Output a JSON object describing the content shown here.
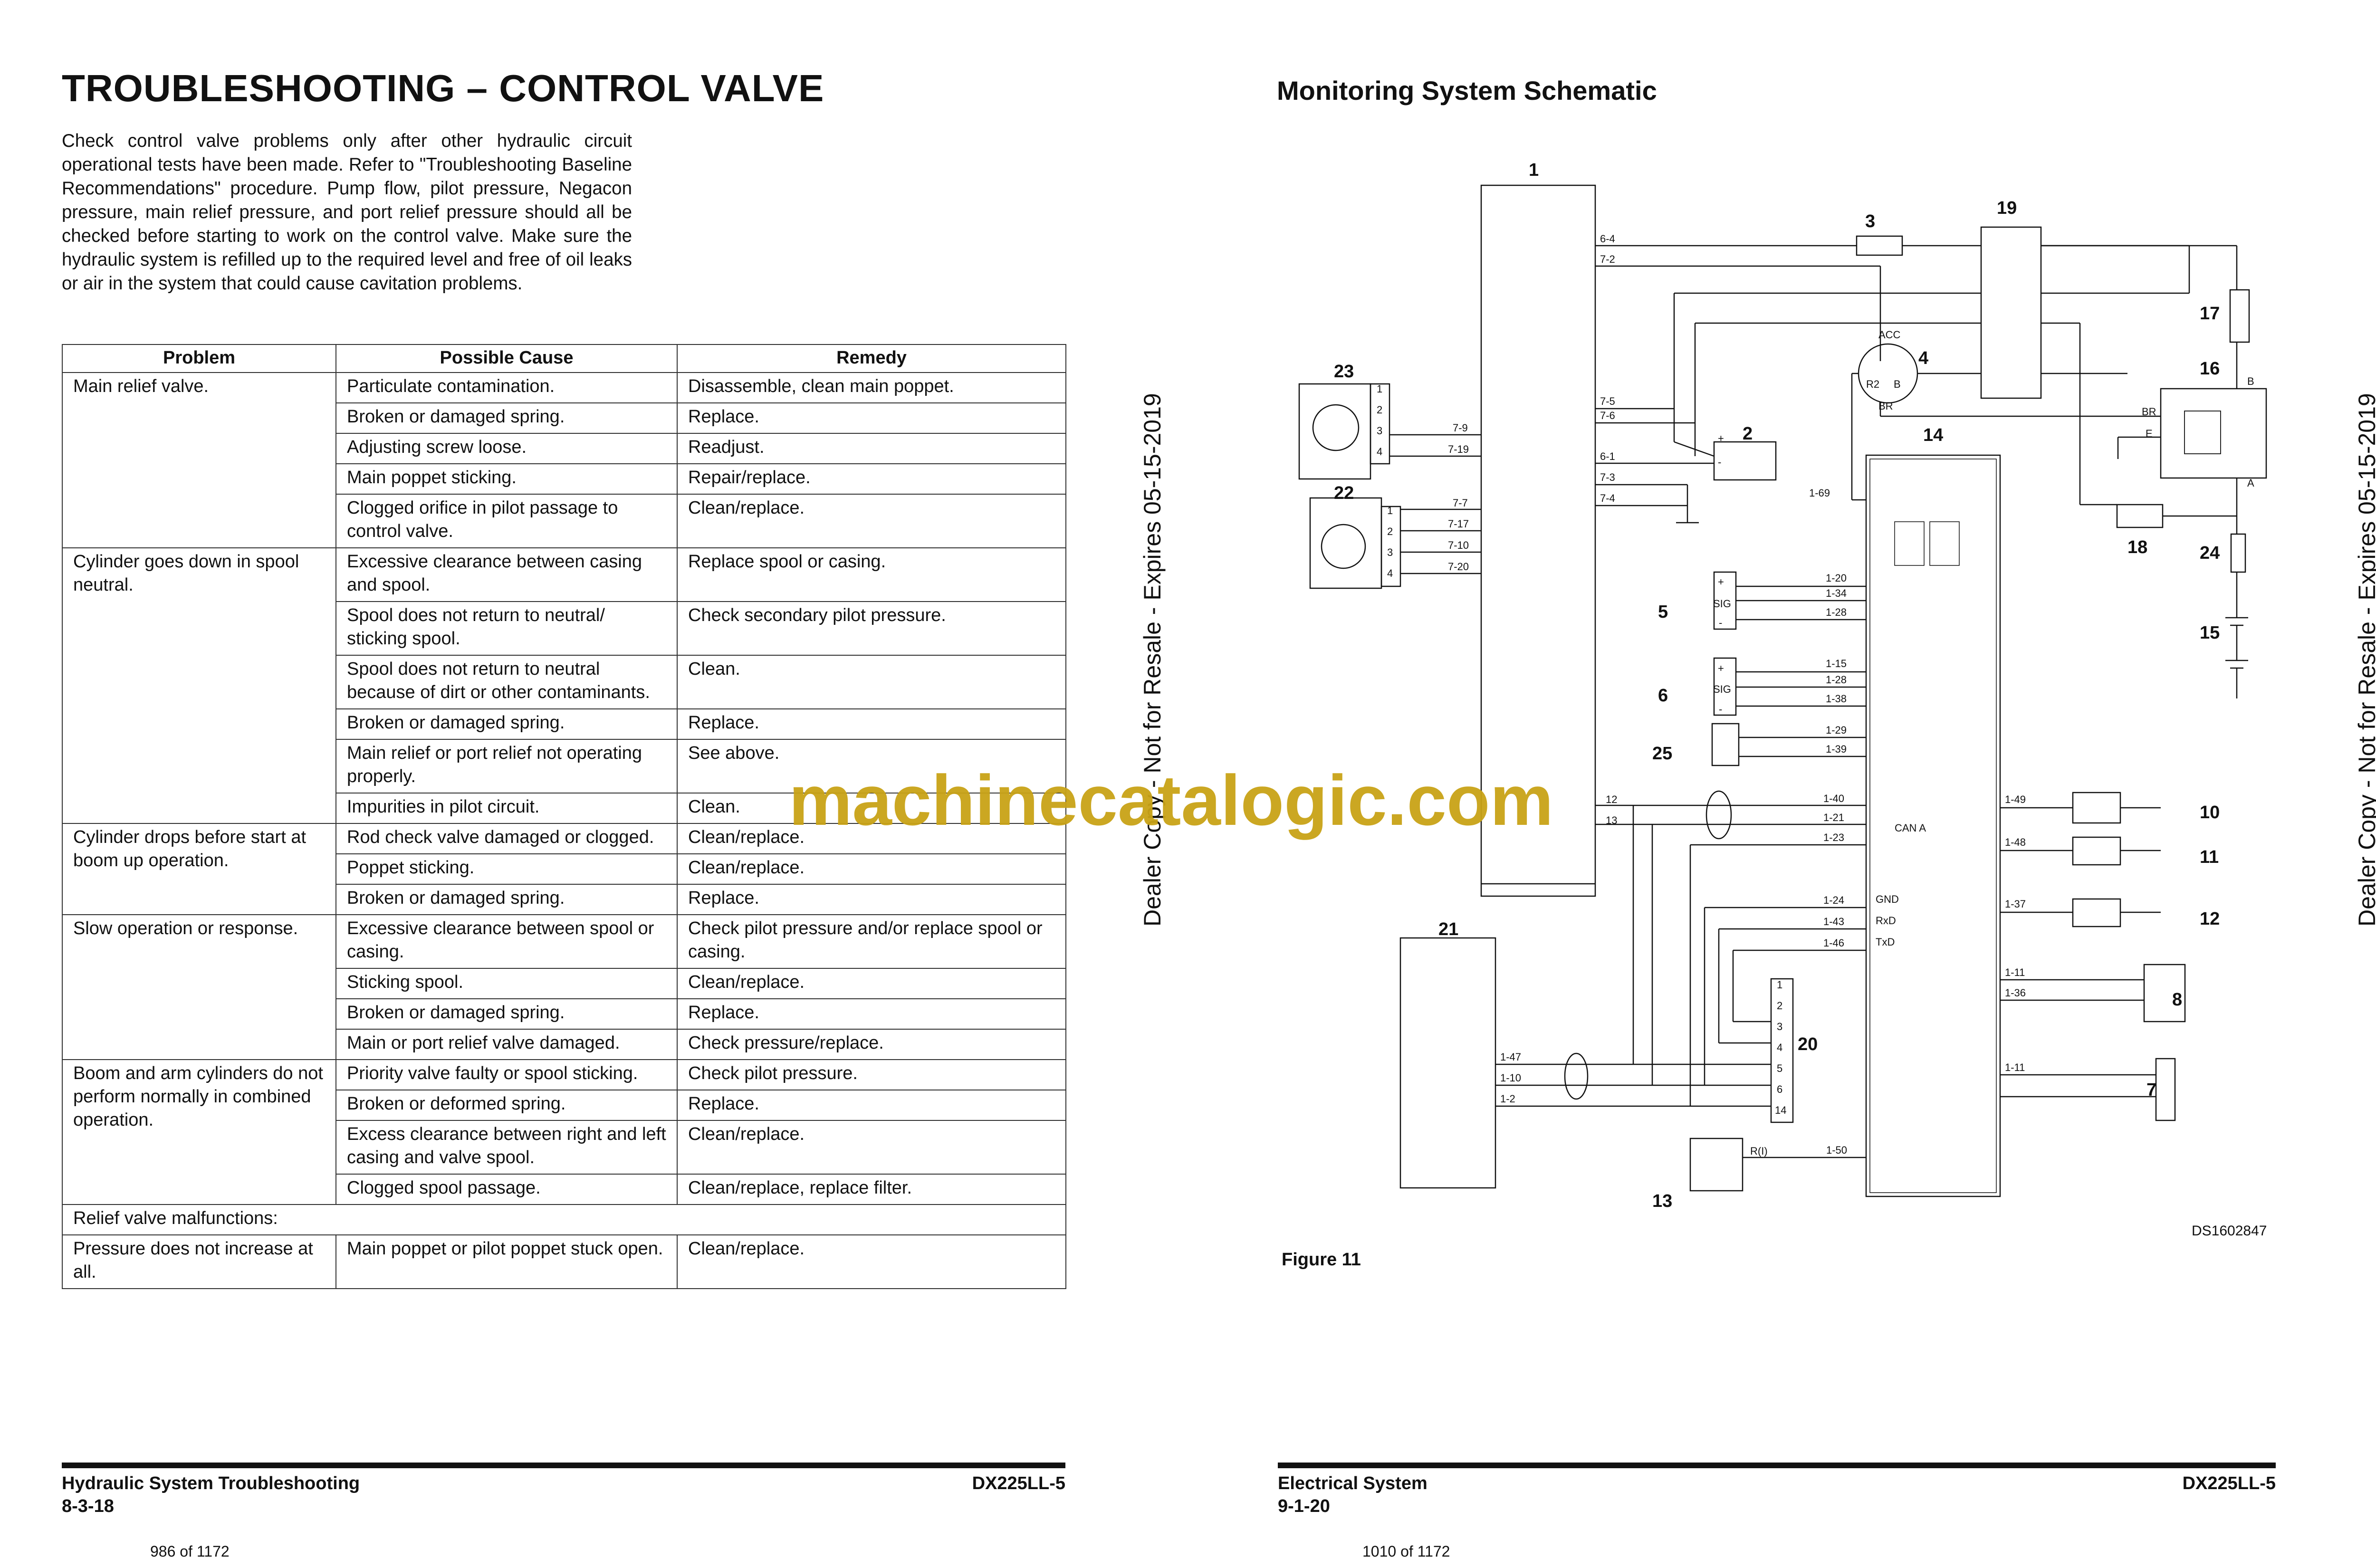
{
  "left_page": {
    "heading": "TROUBLESHOOTING – CONTROL VALVE",
    "intro": "Check control valve problems only after other hydraulic circuit operational tests have been made. Refer to \"Troubleshooting Baseline Recommendations\" procedure. Pump flow, pilot pressure, Negacon pressure, main relief pressure, and port relief pressure should all be checked before starting to work on the control valve. Make sure the hydraulic system is refilled up to the required level and free of oil leaks or air in the system that could cause cavitation problems.",
    "table": {
      "headers": [
        "Problem",
        "Possible Cause",
        "Remedy"
      ],
      "groups": [
        {
          "problem": "Main relief valve.",
          "rows": [
            [
              "Particulate contamination.",
              "Disassemble, clean main poppet."
            ],
            [
              "Broken or damaged spring.",
              "Replace."
            ],
            [
              "Adjusting screw loose.",
              "Readjust."
            ],
            [
              "Main poppet sticking.",
              "Repair/replace."
            ],
            [
              "Clogged orifice in pilot passage to control valve.",
              "Clean/replace."
            ]
          ]
        },
        {
          "problem": "Cylinder goes down in spool neutral.",
          "rows": [
            [
              "Excessive clearance between casing and spool.",
              "Replace spool or casing."
            ],
            [
              "Spool does not return to neutral/ sticking spool.",
              "Check secondary pilot pressure."
            ],
            [
              "Spool does not return to neutral because of dirt or other contaminants.",
              "Clean."
            ],
            [
              "Broken or damaged spring.",
              "Replace."
            ],
            [
              "Main relief or port relief not operating properly.",
              "See above."
            ],
            [
              "Impurities in pilot circuit.",
              "Clean."
            ]
          ]
        },
        {
          "problem": "Cylinder drops before start at boom up operation.",
          "rows": [
            [
              "Rod check valve damaged or clogged.",
              "Clean/replace."
            ],
            [
              "Poppet sticking.",
              "Clean/replace."
            ],
            [
              "Broken or damaged spring.",
              "Replace."
            ]
          ]
        },
        {
          "problem": "Slow operation or response.",
          "rows": [
            [
              "Excessive clearance between spool or casing.",
              "Check pilot pressure and/or replace spool or casing."
            ],
            [
              "Sticking spool.",
              "Clean/replace."
            ],
            [
              "Broken or damaged spring.",
              "Replace."
            ],
            [
              "Main or port relief valve damaged.",
              "Check pressure/replace."
            ]
          ]
        },
        {
          "problem": "Boom and arm cylinders do not perform normally in combined operation.",
          "rows": [
            [
              "Priority valve faulty or spool sticking.",
              "Check pilot pressure."
            ],
            [
              "Broken or deformed spring.",
              "Replace."
            ],
            [
              "Excess clearance between right and left casing and valve spool.",
              "Clean/replace."
            ],
            [
              "Clogged spool passage.",
              "Clean/replace, replace filter."
            ]
          ]
        }
      ],
      "section_row": "Relief valve malfunctions:",
      "final_group": {
        "problem": "Pressure does not increase at all.",
        "rows": [
          [
            "Main poppet or pilot poppet stuck open.",
            "Clean/replace."
          ]
        ]
      }
    },
    "footer_title": "Hydraulic System Troubleshooting",
    "footer_section": "8-3-18",
    "footer_model": "DX225LL-5",
    "page_count": "986 of 1172"
  },
  "right_page": {
    "heading": "Monitoring System Schematic",
    "figure_caption": "Figure 11",
    "drawing_id": "DS1602847",
    "schematic": {
      "component_numbers": [
        "1",
        "2",
        "3",
        "4",
        "5",
        "6",
        "7",
        "8",
        "10",
        "11",
        "12",
        "13",
        "14",
        "15",
        "16",
        "17",
        "18",
        "19",
        "20",
        "21",
        "22",
        "23",
        "24",
        "25"
      ],
      "wire_labels": [
        "6-4",
        "7-2",
        "7-5",
        "7-6",
        "6-1",
        "7-3",
        "7-4",
        "7-9",
        "7-19",
        "7-7",
        "7-17",
        "7-10",
        "7-20",
        "1-69",
        "1-20",
        "1-34",
        "1-28",
        "1-15",
        "1-28",
        "1-38",
        "1-29",
        "1-39",
        "1-40",
        "1-21",
        "1-23",
        "1-24",
        "1-43",
        "1-46",
        "1-47",
        "1-10",
        "1-2",
        "1-50",
        "1-49",
        "1-48",
        "1-37",
        "1-11",
        "1-36",
        "1-11"
      ],
      "terminal_labels": [
        "ACC",
        "R2",
        "B",
        "BR",
        "BR",
        "E",
        "B",
        "A",
        "+",
        "-",
        "+",
        "SIG",
        "-",
        "+",
        "SIG",
        "-",
        "12",
        "13",
        "GND",
        "RxD",
        "TxD",
        "CAN A",
        "R(I)",
        "1",
        "2",
        "3",
        "4",
        "1",
        "2",
        "3",
        "4",
        "1",
        "2",
        "3",
        "4",
        "5",
        "6",
        "14"
      ]
    },
    "footer_title": "Electrical System",
    "footer_section": "9-1-20",
    "footer_model": "DX225LL-5",
    "page_count": "1010 of 1172"
  },
  "overlay": {
    "side_note": "Dealer Copy - Not for Resale - Expires 05-15-2019",
    "watermark": "machinecatalogic.com"
  }
}
